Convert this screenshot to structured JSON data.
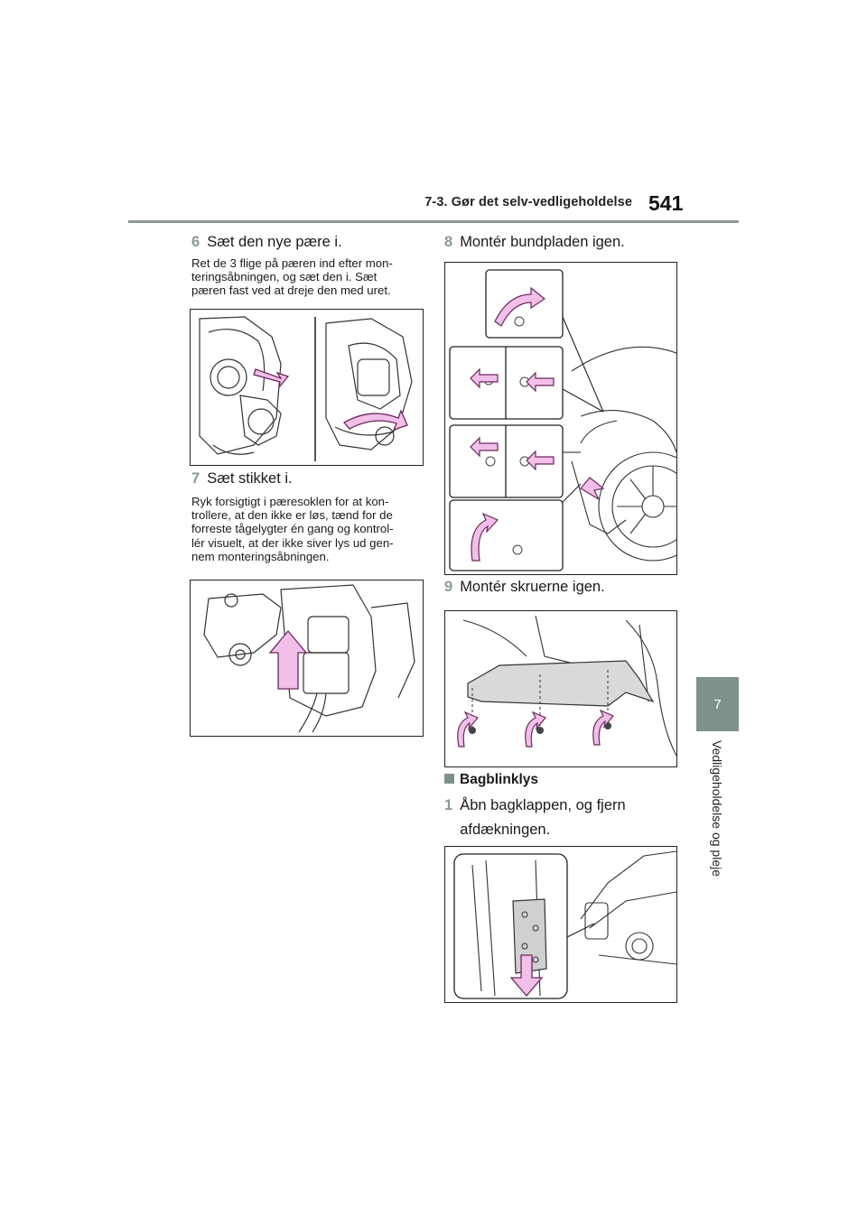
{
  "header": {
    "section": "7-3. Gør det selv-vedligeholdelse",
    "page_number": "541"
  },
  "side_tab": {
    "chapter": "7",
    "title": "Vedligeholdelse og pleje"
  },
  "left_column": {
    "step6": {
      "number": "6",
      "title": "Sæt den nye pære i.",
      "description": "Ret de 3 flige på pæren ind efter monteringsåbningen, og sæt den i. Sæt pæren fast ved at dreje den med uret.",
      "description_lines": [
        "Ret de 3 flige på pæren ind efter mon-",
        "teringsåbningen, og sæt den i. Sæt",
        "pæren fast ved at dreje den med uret."
      ]
    },
    "step7": {
      "number": "7",
      "title": "Sæt stikket i.",
      "description_lines": [
        "Ryk forsigtigt i pæresoklen for at kon-",
        "trollere, at den ikke er løs, tænd for de",
        "forreste tågelygter én gang og kontrol-",
        "lér visuelt, at der ikke siver lys ud gen-",
        "nem monteringsåbningen."
      ]
    }
  },
  "right_column": {
    "step8": {
      "number": "8",
      "title": "Montér bundpladen igen."
    },
    "step9": {
      "number": "9",
      "title": "Montér skruerne igen."
    },
    "section": {
      "title": "Bagblinklys"
    },
    "step1": {
      "number": "1",
      "title_lines": [
        "Åbn bagklappen, og fjern",
        "afdækningen."
      ]
    }
  },
  "colors": {
    "accent": "#8a9a94",
    "tab": "#7f918b",
    "arrow_fill": "#f2bfe8",
    "arrow_stroke": "#6a2a5e"
  }
}
